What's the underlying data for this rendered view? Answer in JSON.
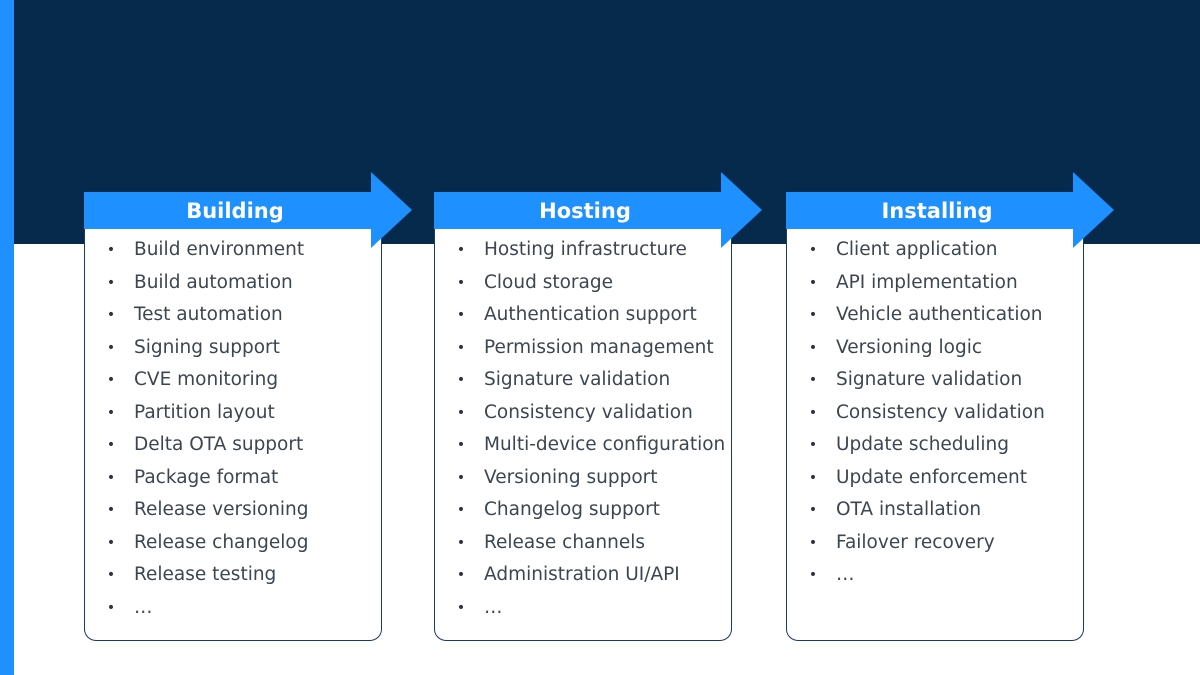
{
  "colors": {
    "header_bg": "#062a4c",
    "accent": "#1e90ff",
    "card_border": "#1f3a5f",
    "text": "#3c4650"
  },
  "columns": [
    {
      "title": "Building",
      "items": [
        "Build environment",
        "Build automation",
        "Test automation",
        "Signing support",
        "CVE monitoring",
        "Partition layout",
        "Delta OTA support",
        "Package format",
        "Release versioning",
        "Release changelog",
        "Release testing",
        "…"
      ]
    },
    {
      "title": "Hosting",
      "items": [
        "Hosting infrastructure",
        "Cloud storage",
        "Authentication support",
        "Permission management",
        "Signature validation",
        "Consistency validation",
        "Multi-device configuration",
        "Versioning support",
        "Changelog support",
        "Release channels",
        "Administration UI/API",
        "…"
      ]
    },
    {
      "title": "Installing",
      "items": [
        "Client application",
        "API implementation",
        "Vehicle authentication",
        "Versioning logic",
        "Signature validation",
        "Consistency validation",
        "Update scheduling",
        "Update enforcement",
        "OTA installation",
        "Failover recovery",
        "…"
      ]
    }
  ]
}
